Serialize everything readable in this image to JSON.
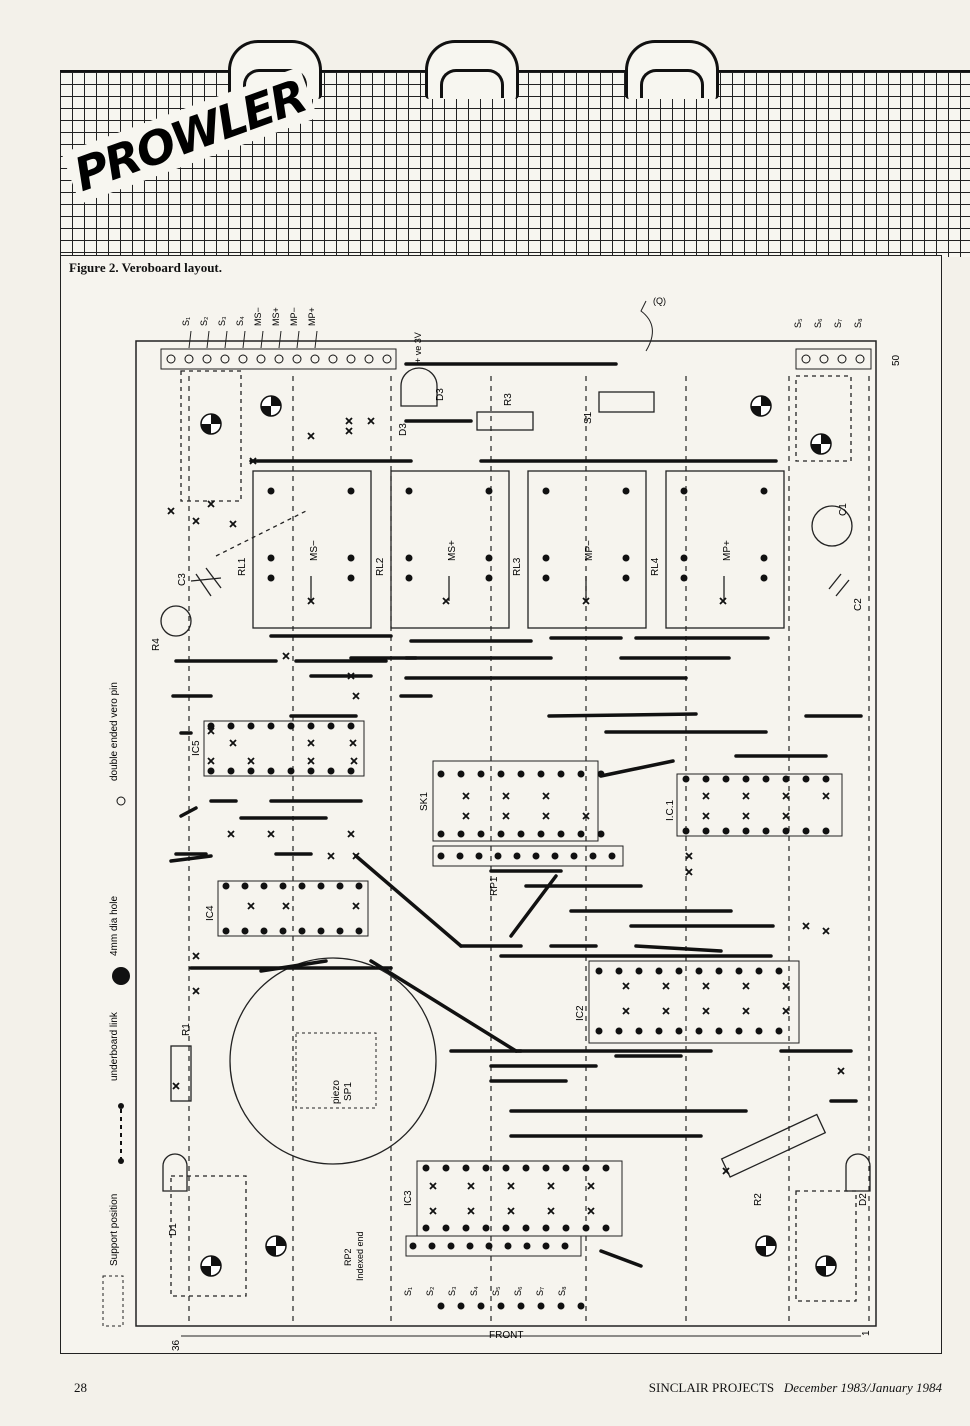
{
  "header": {
    "logo": "PROWLER"
  },
  "figure": {
    "caption": "Figure 2. Veroboard layout.",
    "legend": {
      "support": "Support position",
      "link": "underboard link",
      "hole": "4mm dia hole",
      "pin": "double ended vero pin"
    },
    "top_pins": [
      "S₁",
      "S₂",
      "S₃",
      "S₄",
      "MS−",
      "MS+",
      "MP−",
      "MP+",
      "+ 3V (Q)"
    ],
    "right_pins": [
      "S₅",
      "S₆",
      "S₇",
      "S₈"
    ],
    "power_label": "+ ve 3V",
    "power_q": "(Q)",
    "relays": [
      {
        "id": "RL1",
        "label": "MS−"
      },
      {
        "id": "RL2",
        "label": "MS+"
      },
      {
        "id": "RL3",
        "label": "MP−"
      },
      {
        "id": "RL4",
        "label": "MP+"
      }
    ],
    "ic_labels": {
      "ic5": "IC5",
      "ic4": "IC4",
      "sk1": "SK1",
      "rp1": "RP1",
      "ic1": "I.C.1",
      "ic2": "IC2",
      "ic3": "IC3",
      "rp2": "RP2",
      "rp2_note": "Indexed end"
    },
    "parts": {
      "c1": "C1",
      "c2": "C2",
      "c3": "C3",
      "d1": "D1",
      "d2": "D2",
      "d3": "D3",
      "r1": "R1",
      "r2": "R2",
      "r3": "R3",
      "r4": "R4",
      "s1": "S1",
      "sp1": "SP1",
      "piezo": "piezo"
    },
    "edge_labels": {
      "n50": "50",
      "n36": "36",
      "n1": "1",
      "front": "FRONT"
    },
    "bottom_pins": [
      "S₁",
      "S₂",
      "S₃",
      "S₄",
      "S₅",
      "S₆",
      "S₇",
      "S₈"
    ]
  },
  "footer": {
    "page": "28",
    "publication": "SINCLAIR PROJECTS",
    "issue": "December 1983/January 1984"
  }
}
